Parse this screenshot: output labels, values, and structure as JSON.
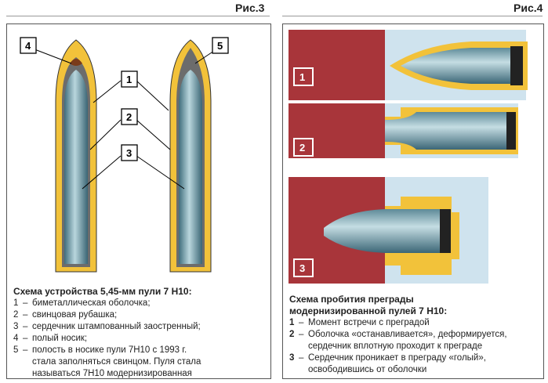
{
  "fig3": {
    "title": "Рис.3",
    "labels": [
      "1",
      "2",
      "3",
      "4",
      "5"
    ],
    "caption_title": "Схема устройства 5,45-мм пули 7 Н10:",
    "items": [
      {
        "n": "1",
        "text": "биметаллическая оболочка;"
      },
      {
        "n": "2",
        "text": "свинцовая рубашка;"
      },
      {
        "n": "3",
        "text": "сердечник штампованный заостренный;"
      },
      {
        "n": "4",
        "text": "полый носик;"
      },
      {
        "n": "5",
        "text": "полость в носике пули 7Н10 с 1993 г. стала заполняться свинцом. Пуля стала называться 7Н10 модернизированная"
      }
    ]
  },
  "fig4": {
    "title": "Рис.4",
    "labels": [
      "1",
      "2",
      "3"
    ],
    "caption_title": "Схема пробития преграды модернизированной пулей 7 Н10:",
    "items": [
      {
        "n": "1",
        "text": "Момент встречи с преградой"
      },
      {
        "n": "2",
        "text": "Оболочка «останавливается», деформируется, сердечник вплотную проходит к преграде"
      },
      {
        "n": "3",
        "text": "Сердечник проникает в преграду «голый», освободившись от оболочки"
      }
    ]
  },
  "dash": "–",
  "colors": {
    "barrier": "#a8353a",
    "air": "#cfe3ee",
    "jacket": "#f2c23a",
    "core": "#6e9aa8"
  }
}
